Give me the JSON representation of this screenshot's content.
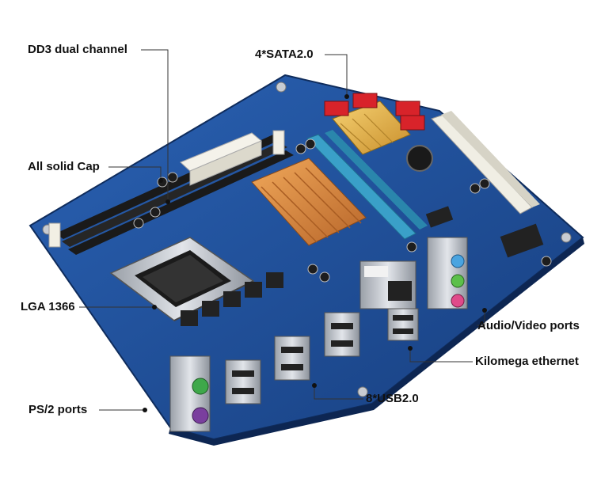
{
  "labels": {
    "ddr3": "DD3 dual channel",
    "sata": "4*SATA2.0",
    "solid_cap": "All solid Cap",
    "lga": "LGA 1366",
    "ps2": "PS/2 ports",
    "usb": "8*USB2.0",
    "ethernet": "Kilomega ethernet",
    "audio_video": "Audio/Video ports"
  },
  "colors": {
    "pcb": "#1f4f9a",
    "pcb_dark": "#143a78",
    "heatsink": "#d98a3c",
    "heatsink_gold": "#e6b347",
    "sata": "#d8232a",
    "pci_slot": "#f0eee4",
    "dimm_slot": "#222222",
    "pcie_slot": "#3aa0c8",
    "ps2_green": "#3ea84a",
    "ps2_purple": "#7a3f9e",
    "audio_blue": "#4aa4e0",
    "audio_green": "#5cc04a",
    "audio_pink": "#e04a8a",
    "leader": "#333333"
  }
}
